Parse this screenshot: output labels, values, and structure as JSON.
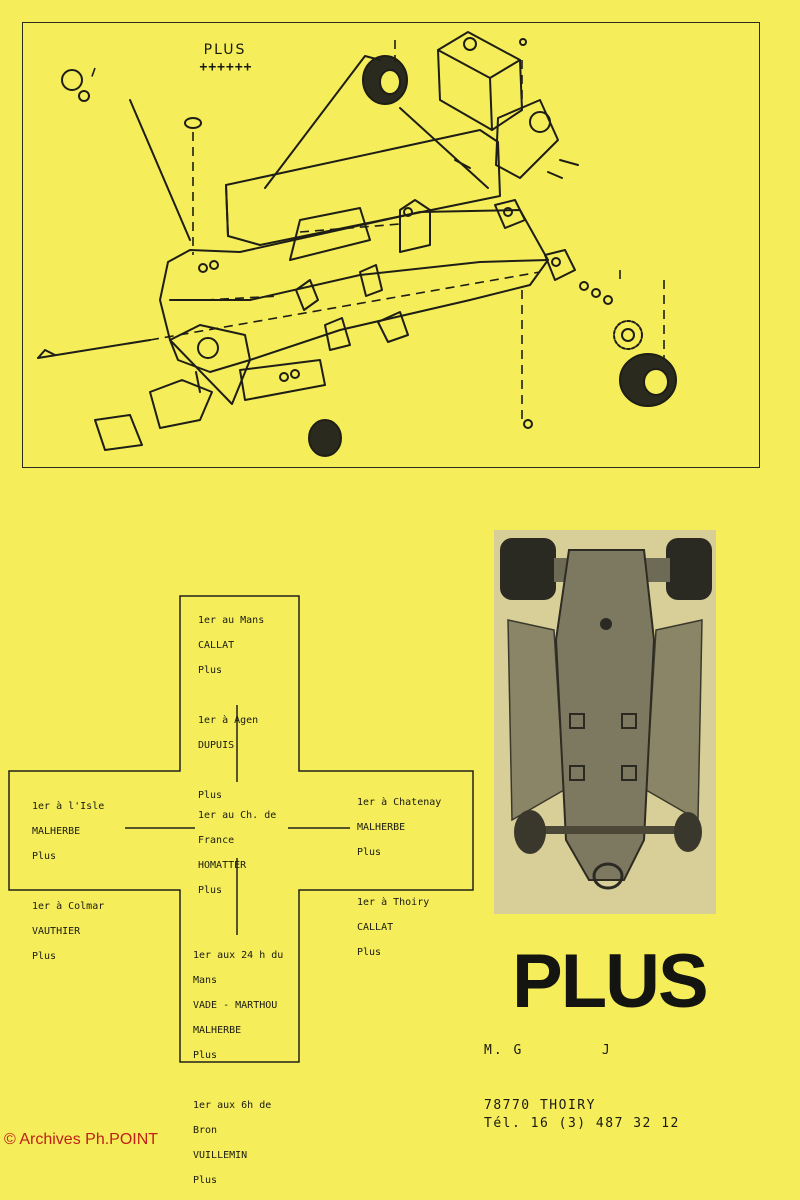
{
  "diagram": {
    "title": "PLUS",
    "subtitle": "++++++"
  },
  "cross": {
    "top": [
      "1er au Mans",
      "CALLAT",
      "Plus",
      "",
      "1er à Agen",
      "DUPUIS",
      "",
      "Plus"
    ],
    "left": [
      "1er à l'Isle",
      "MALHERBE",
      "Plus",
      "",
      "1er à Colmar",
      "VAUTHIER",
      "Plus"
    ],
    "center": [
      "1er au Ch. de",
      "France",
      "HOMATTER",
      "Plus"
    ],
    "right": [
      "1er à Chatenay",
      "MALHERBE",
      "Plus",
      "",
      "1er à Thoiry",
      "CALLAT",
      "Plus"
    ],
    "bottom": [
      "1er aux 24 h du",
      "Mans",
      "VADE - MARTHOU",
      "MALHERBE",
      "Plus",
      "",
      "1er aux 6h de",
      "Bron",
      "VUILLEMIN",
      "Plus"
    ]
  },
  "brand": "PLUS",
  "contact": {
    "name": "M. G        J",
    "address_line": "78770  THOIRY",
    "phone_line": "Tél. 16 (3) 487 32 12"
  },
  "copyright": "© Archives Ph.POINT"
}
